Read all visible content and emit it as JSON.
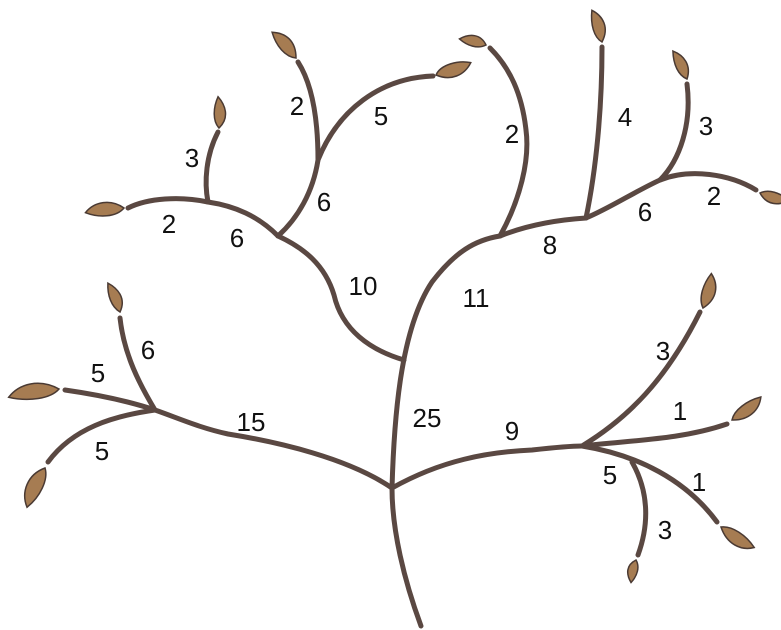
{
  "colors": {
    "branch": "#5a4842",
    "leaf": "#a67c52",
    "label": "#111111",
    "background": "#ffffff"
  },
  "weights": {
    "trunk": "25",
    "left_lower": "15",
    "left_lower_up": "6",
    "left_lower_mid": "5",
    "left_lower_low": "5",
    "center_left": "10",
    "upper_left_main": "6",
    "upper_left_twig": "2",
    "upper_left_up": "3",
    "upper_mid": "6",
    "upper_mid_left": "2",
    "upper_mid_right": "5",
    "center_right": "11",
    "center_top": "2",
    "right_upper": "8",
    "right_upper_vert": "4",
    "right_upper_main": "6",
    "right_upper_up": "3",
    "right_upper_end": "2",
    "right_lower": "9",
    "right_lower_up": "3",
    "right_lower_mid": "1",
    "right_lower_down": "1",
    "right_lower_sub": "5",
    "right_lower_sub_end": "3"
  }
}
